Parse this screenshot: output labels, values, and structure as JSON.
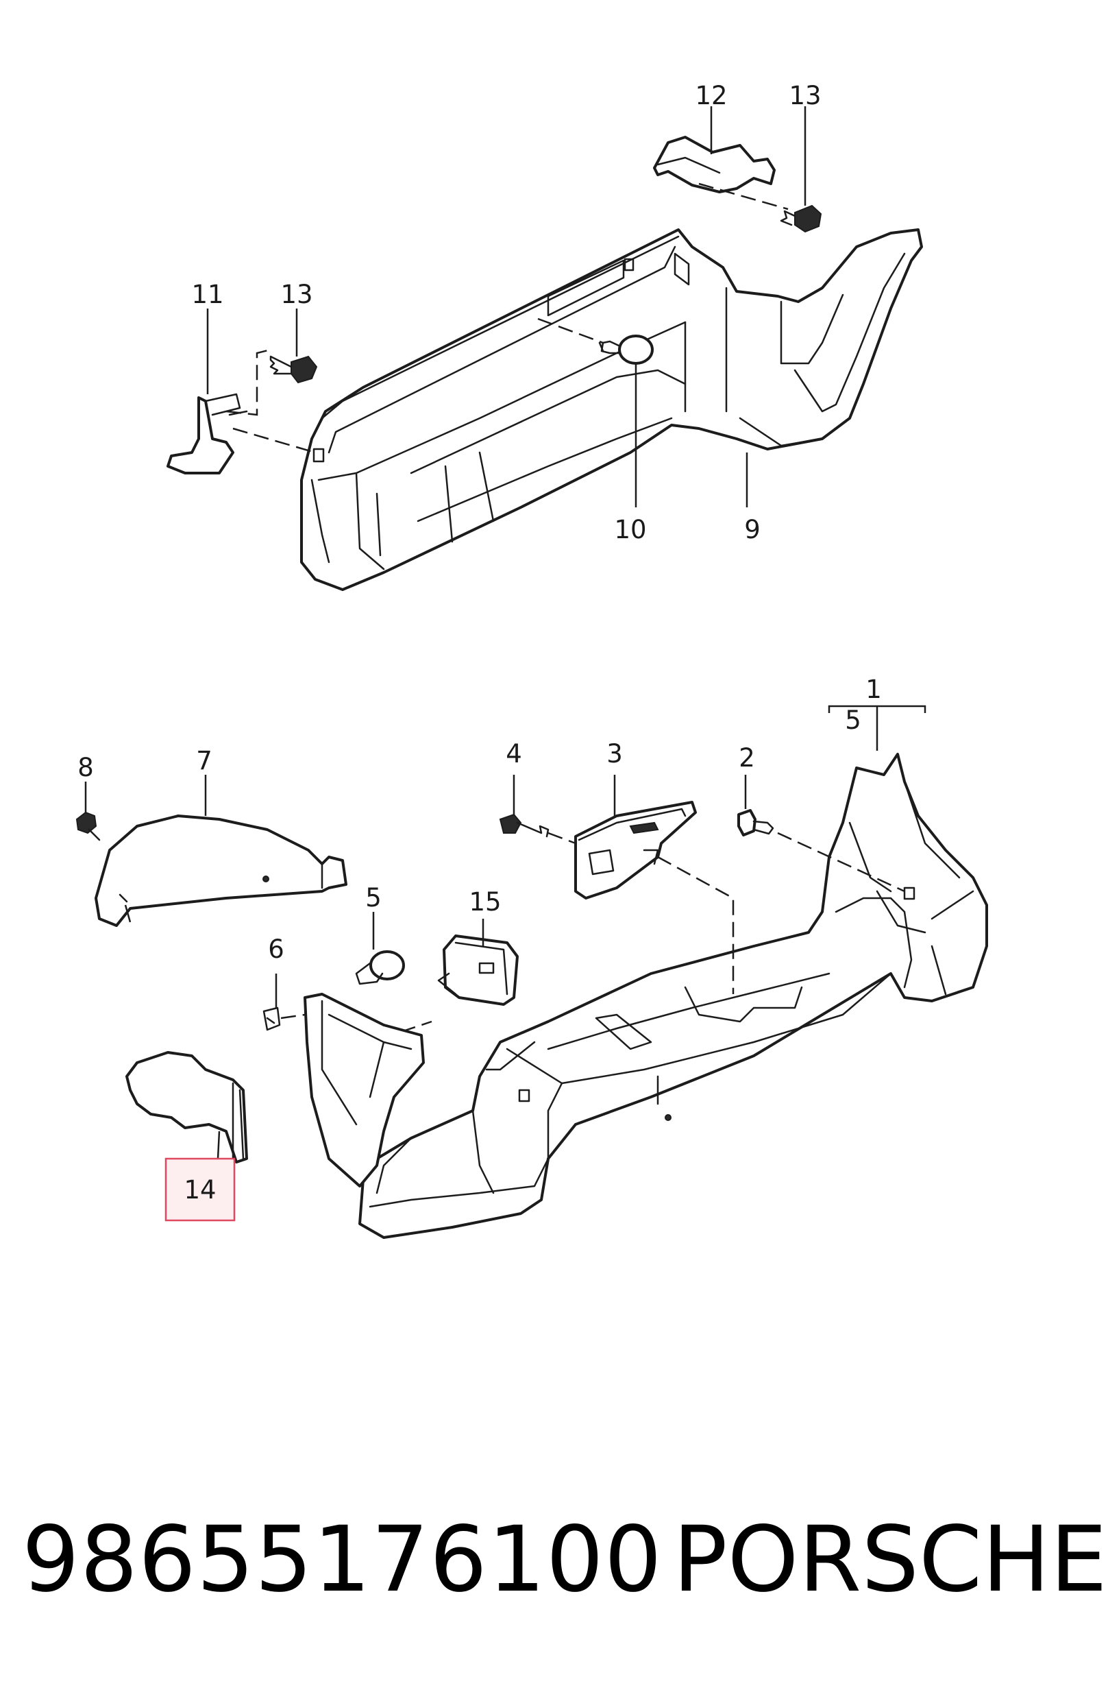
{
  "diagram": {
    "callouts": {
      "c1": "1",
      "c2": "2",
      "c3": "3",
      "c4": "4",
      "c5_top": "5",
      "c5_mid": "5",
      "c6": "6",
      "c7": "7",
      "c8": "8",
      "c9": "9",
      "c10": "10",
      "c11": "11",
      "c12": "12",
      "c13_a": "13",
      "c13_b": "13",
      "c14": "14",
      "c15": "15"
    },
    "highlighted_callout": "14",
    "highlight_color": "#e0485f"
  },
  "footer": {
    "part_number": "98655176100",
    "brand": "PORSCHE"
  }
}
